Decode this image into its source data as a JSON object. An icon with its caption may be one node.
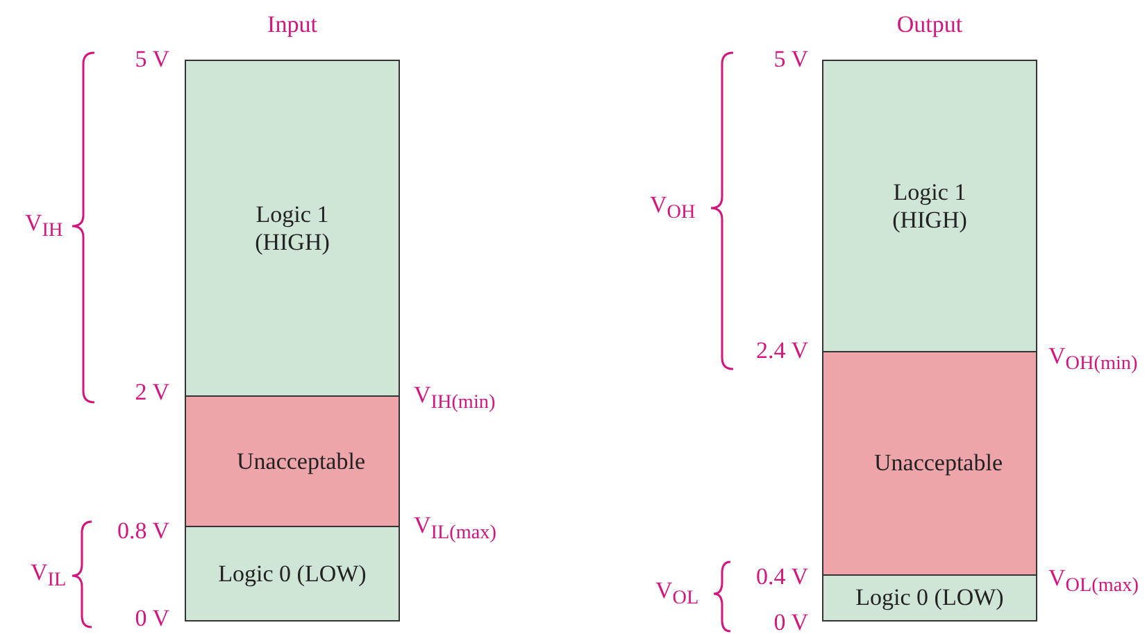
{
  "diagram": {
    "nodes": [
      {
        "text": [
          "Input"
        ]
      },
      {
        "text": [
          "Logic 1 (HIGH)"
        ],
        "in": 0
      },
      {
        "text": [
          "Unacceptable"
        ],
        "in": 0
      },
      {
        "text": [
          "Logic 0 (LOW)"
        ],
        "in": 0
      },
      {
        "text": [
          "Output"
        ]
      },
      {
        "text": [
          "Logic 1 (HIGH)"
        ],
        "in": 4
      },
      {
        "text": [
          "Unacceptable"
        ],
        "in": 4
      },
      {
        "text": [
          "Logic 0 (LOW)"
        ],
        "in": 4
      }
    ],
    "edges": [],
    "labels": [
      "5 V",
      "V$_{IH}$",
      "2 V",
      "V$_{IH(min)}$",
      "0.8 V",
      "V$_{IL(max)}$",
      "V$_{IL}$",
      "0 V",
      "5 V",
      "V$_{OH}$",
      "2.4 V",
      "V$_{OH(min)}$",
      "0.4 V",
      "V$_{OL(max)}$",
      "V$_{OL}$",
      "0 V"
    ]
  }
}
